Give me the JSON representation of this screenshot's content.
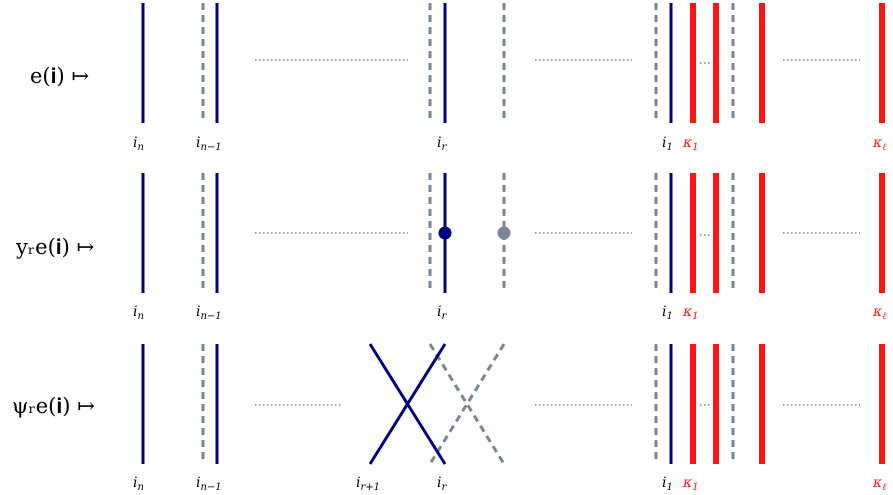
{
  "colors": {
    "strand": "#000080",
    "ghost": "#7a8594",
    "red": "#ff1414",
    "dots": "#7a8594",
    "text": "#000000"
  },
  "rows": [
    {
      "id": "e",
      "map_label": "e(𝐢) ↦",
      "labels": {
        "in": "i",
        "in_sub": "n",
        "in1": "i",
        "in1_sub": "n−1",
        "ir": "i",
        "ir_sub": "r",
        "i1": "i",
        "i1_sub": "1",
        "k1": "κ",
        "k1_sub": "1",
        "kl": "κ",
        "kl_sub": "ℓ"
      }
    },
    {
      "id": "y",
      "map_label": "yᵣe(𝐢) ↦",
      "labels": {
        "in": "i",
        "in_sub": "n",
        "in1": "i",
        "in1_sub": "n−1",
        "ir": "i",
        "ir_sub": "r",
        "i1": "i",
        "i1_sub": "1",
        "k1": "κ",
        "k1_sub": "1",
        "kl": "κ",
        "kl_sub": "ℓ"
      }
    },
    {
      "id": "psi",
      "map_label": "ψᵣe(𝐢) ↦",
      "labels": {
        "in": "i",
        "in_sub": "n",
        "in1": "i",
        "in1_sub": "n−1",
        "irp1": "i",
        "irp1_sub": "r+1",
        "ir": "i",
        "ir_sub": "r",
        "i1": "i",
        "i1_sub": "1",
        "k1": "κ",
        "k1_sub": "1",
        "kl": "κ",
        "kl_sub": "ℓ"
      }
    }
  ]
}
